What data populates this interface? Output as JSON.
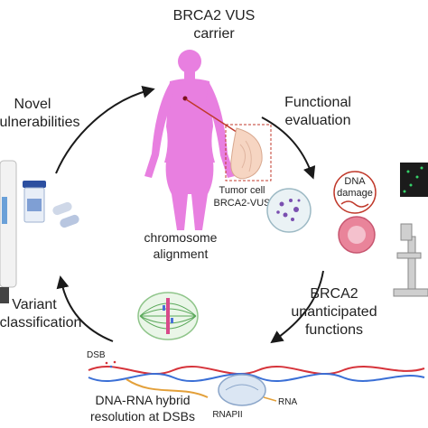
{
  "top_label_line1": "BRCA2 VUS",
  "top_label_line2": "carrier",
  "left_top_line1": "Novel",
  "left_top_line2": "vulnerabilities",
  "right_top_line1": "Functional",
  "right_top_line2": "evaluation",
  "tumor_label_line1": "Tumor cell",
  "tumor_label_line2": "BRCA2-VUS",
  "dna_damage_line1": "DNA",
  "dna_damage_line2": "damage",
  "chromosome_line1": "chromosome",
  "chromosome_line2": "alignment",
  "right_bottom_line1": "BRCA2",
  "right_bottom_line2": "unanticipated",
  "right_bottom_line3": "functions",
  "left_bottom_line1": "Variant",
  "left_bottom_line2": "classification",
  "dsb_label": "DSB",
  "rna_label": "RNA",
  "rnapii_label": "RNAPII",
  "bottom_line1": "DNA-RNA hybrid",
  "bottom_line2": "resolution at DSBs",
  "colors": {
    "body_pink": "#e87fe0",
    "arrow": "#1a1a1a",
    "dna_red": "#d6333a",
    "dna_blue": "#3a6fd6",
    "petri_purple": "#7a4fb0"
  }
}
